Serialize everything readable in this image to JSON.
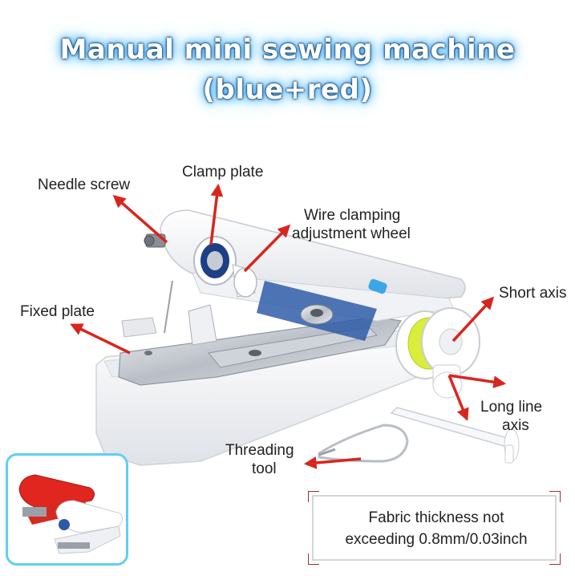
{
  "title": {
    "line1": "Manual mini sewing machine",
    "line2": "(blue+red)"
  },
  "labels": {
    "needle_screw": "Needle screw",
    "clamp_plate": "Clamp plate",
    "wire_clamping_line1": "Wire clamping",
    "wire_clamping_line2": "adjustment wheel",
    "short_axis": "Short axis",
    "fixed_plate": "Fixed plate",
    "long_line_line1": "Long line",
    "long_line_line2": "axis",
    "threading_line1": "Threading",
    "threading_line2": "tool"
  },
  "note": {
    "line1": "Fabric thickness not",
    "line2": "exceeding 0.8mm/0.03inch"
  },
  "colors": {
    "arrow": "#d7261e",
    "title_glow": "#4fb6ff",
    "inset_border": "#5fd0ef",
    "spool_thread": "#d8ee3a",
    "machine_body": "#f4f5f7",
    "note_border": "#a03030"
  }
}
